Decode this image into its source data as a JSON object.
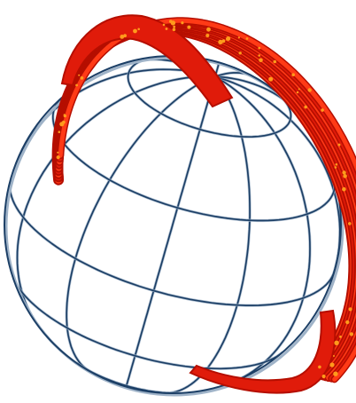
{
  "figure": {
    "globe": {
      "grid_color": "#1c3f66",
      "grid_shadow_color": "#9fb3c8",
      "fill_color": "#ffffff",
      "meridian_count": 12,
      "parallel_count": 5
    },
    "orbits": {
      "color": "#e01b0a",
      "highlight_color": "#ff3a16",
      "dark_color": "#b50e00",
      "particle_color": "#ff9a1c",
      "band_count": 9
    }
  }
}
